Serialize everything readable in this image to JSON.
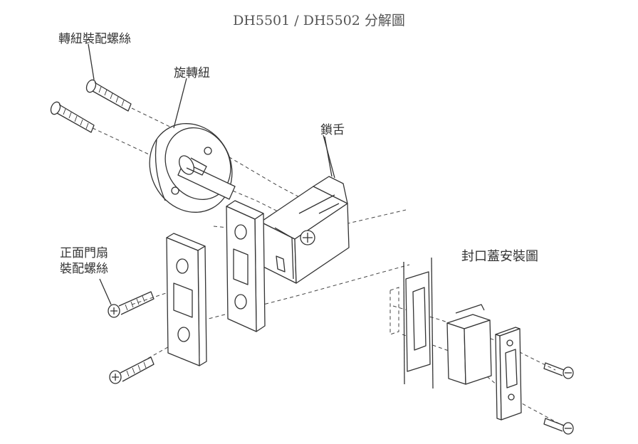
{
  "title": "DH5501 / DH5502 分解圖",
  "labels": {
    "turn_knob_screws": "轉紐裝配螺絲",
    "turn_knob": "旋轉紐",
    "latch_bolt": "鎖舌",
    "front_door_screws_line1": "正面門扇",
    "front_door_screws_line2": "裝配螺絲",
    "strike_install": "封口蓋安裝圖"
  }
}
